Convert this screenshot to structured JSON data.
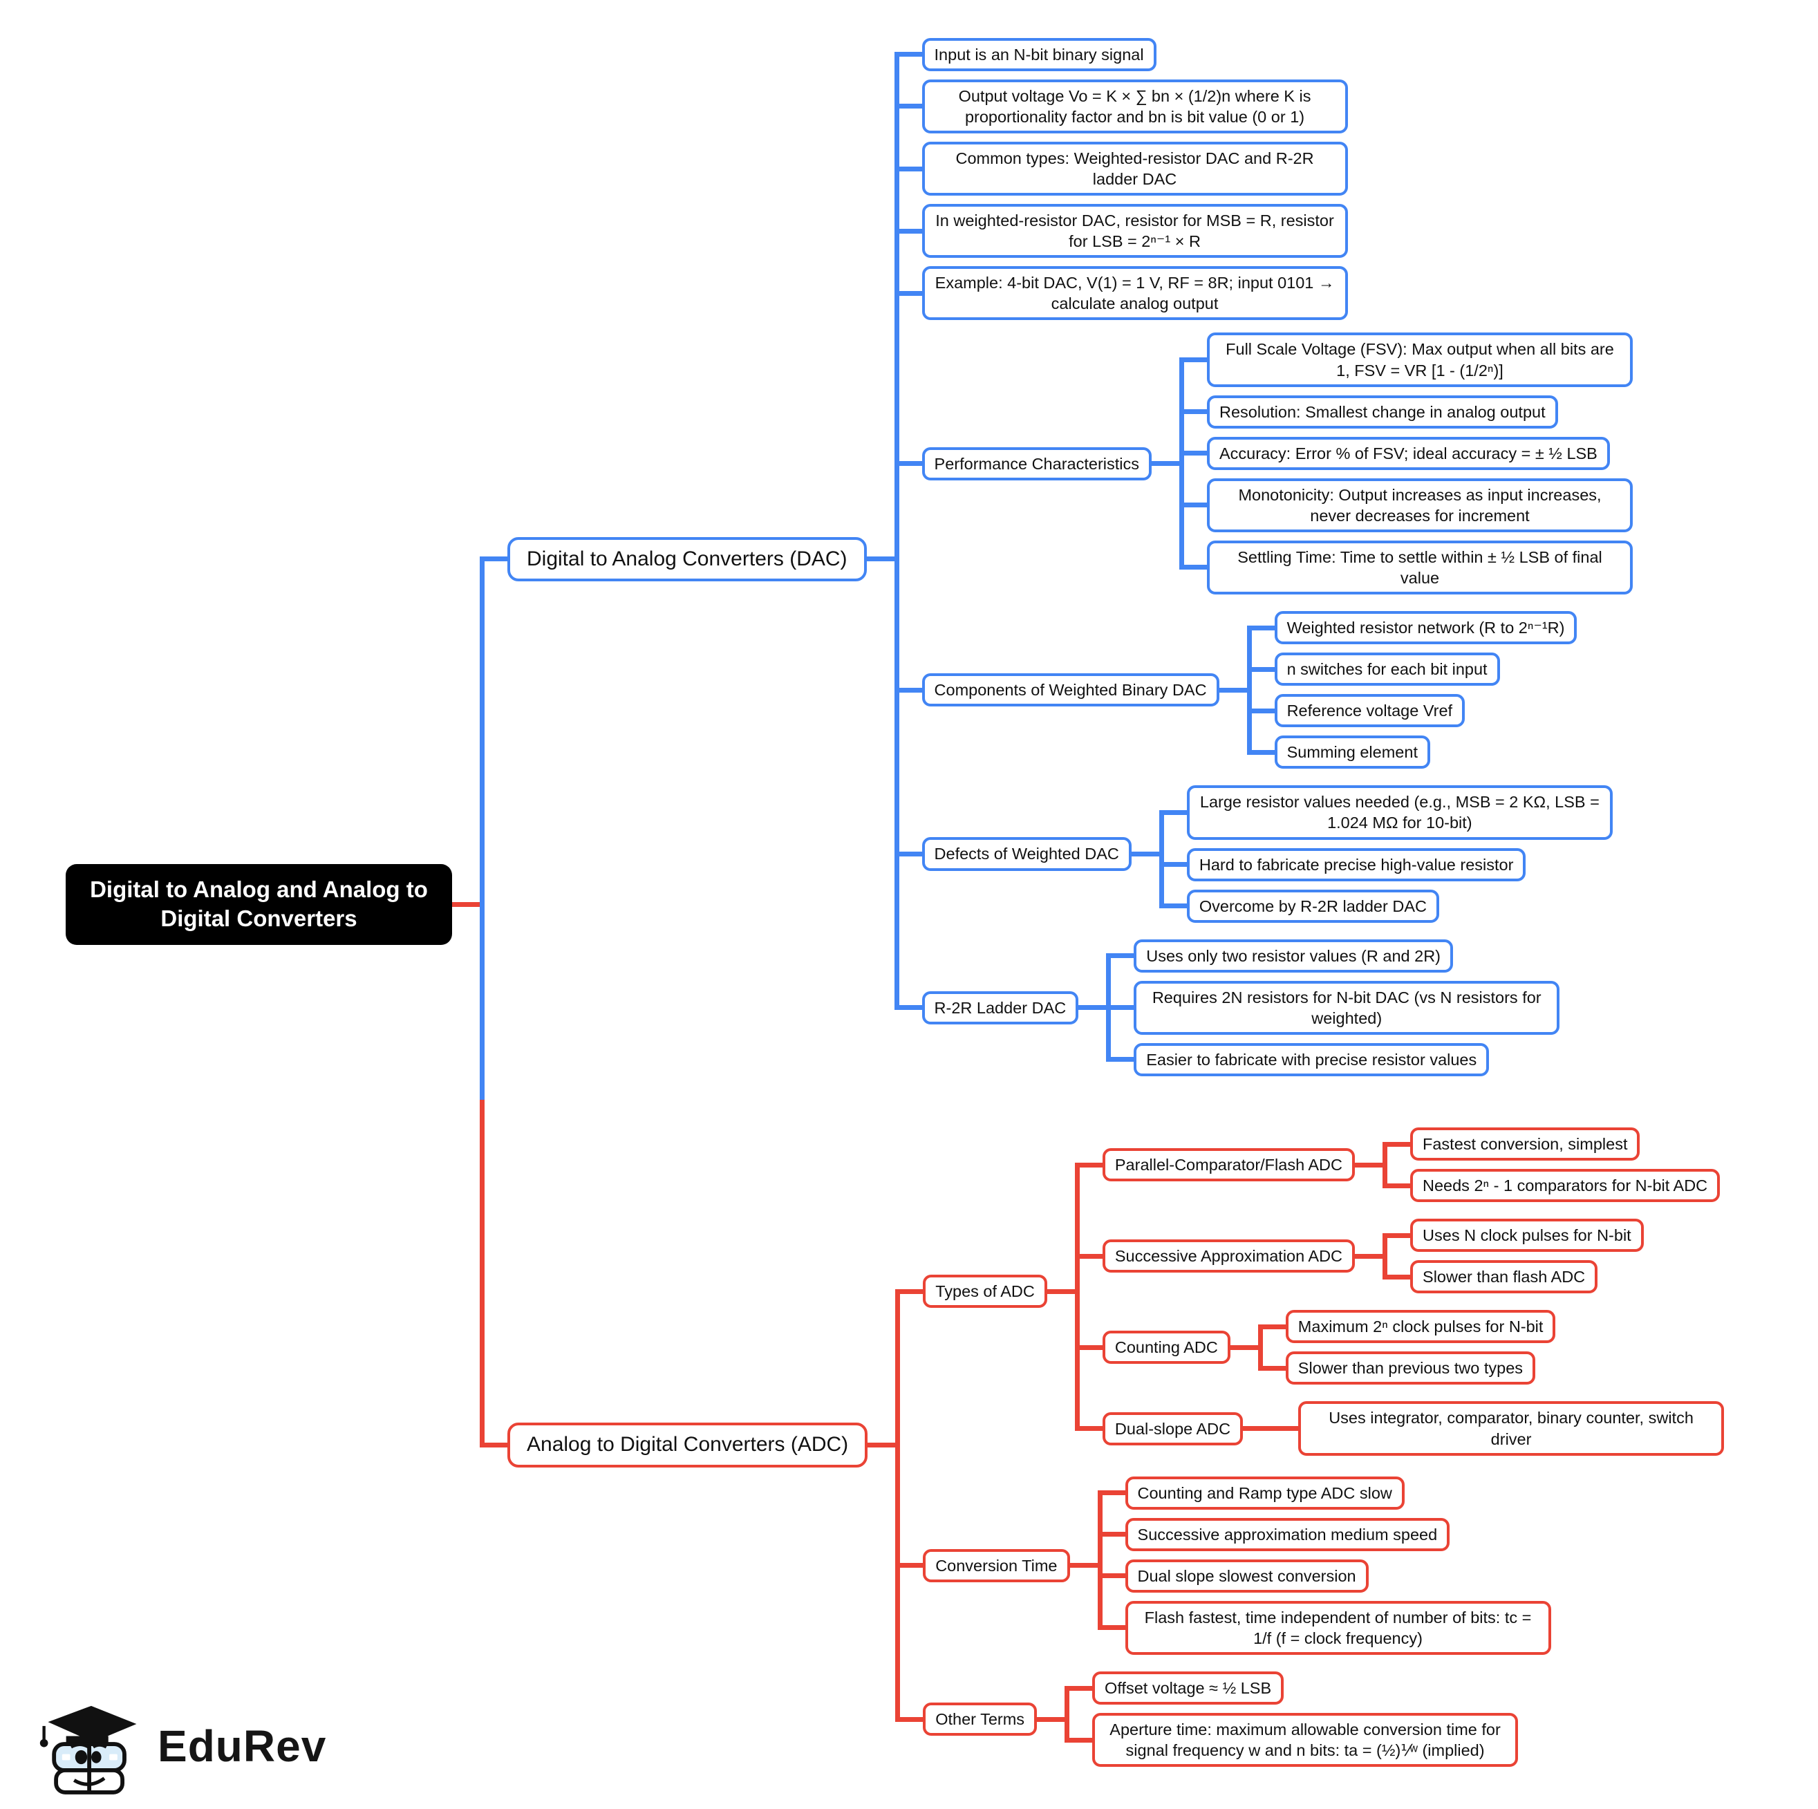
{
  "colors": {
    "dac_blue": "#4285F4",
    "adc_red": "#EA4335",
    "root_bg": "#000000",
    "root_text": "#FFFFFF",
    "node_bg": "#FFFFFF",
    "text": "#111111"
  },
  "logo": {
    "text": "EduRev",
    "mascot": "graduation-cap-books-mascot-icon"
  },
  "root": {
    "label": "Digital to Analog and Analog to Digital Converters",
    "color": "#EA4335",
    "children": [
      {
        "label": "Digital to Analog Converters (DAC)",
        "color": "#4285F4",
        "children": [
          {
            "label": "Input is an N-bit binary signal"
          },
          {
            "label": "Output voltage Vo = K × ∑ bn × (1/2)n where K is proportionality factor and bn is bit value (0 or 1)"
          },
          {
            "label": "Common types: Weighted-resistor DAC and R-2R ladder DAC"
          },
          {
            "label": "In weighted-resistor DAC, resistor for MSB = R, resistor for LSB = 2ⁿ⁻¹ × R"
          },
          {
            "label": "Example: 4-bit DAC, V(1) = 1 V, RF = 8R; input 0101 → calculate analog output"
          },
          {
            "label": "Performance Characteristics",
            "children": [
              {
                "label": "Full Scale Voltage (FSV): Max output when all bits are 1, FSV = VR [1 - (1/2ⁿ)]"
              },
              {
                "label": "Resolution: Smallest change in analog output"
              },
              {
                "label": "Accuracy: Error % of FSV; ideal accuracy = ± ½ LSB"
              },
              {
                "label": "Monotonicity: Output increases as input increases, never decreases for increment"
              },
              {
                "label": "Settling Time: Time to settle within ± ½ LSB of final value"
              }
            ]
          },
          {
            "label": "Components of Weighted Binary DAC",
            "children": [
              {
                "label": "Weighted resistor network (R to 2ⁿ⁻¹R)"
              },
              {
                "label": "n switches for each bit input"
              },
              {
                "label": "Reference voltage Vref"
              },
              {
                "label": "Summing element"
              }
            ]
          },
          {
            "label": "Defects of Weighted DAC",
            "children": [
              {
                "label": "Large resistor values needed (e.g., MSB = 2 KΩ, LSB = 1.024 MΩ for 10-bit)"
              },
              {
                "label": "Hard to fabricate precise high-value resistor"
              },
              {
                "label": "Overcome by R-2R ladder DAC"
              }
            ]
          },
          {
            "label": "R-2R Ladder DAC",
            "children": [
              {
                "label": "Uses only two resistor values (R and 2R)"
              },
              {
                "label": "Requires 2N resistors for N-bit DAC (vs N resistors for weighted)"
              },
              {
                "label": "Easier to fabricate with precise resistor values"
              }
            ]
          }
        ]
      },
      {
        "label": "Analog to Digital Converters (ADC)",
        "color": "#EA4335",
        "children": [
          {
            "label": "Types of ADC",
            "children": [
              {
                "label": "Parallel-Comparator/Flash ADC",
                "children": [
                  {
                    "label": "Fastest conversion, simplest"
                  },
                  {
                    "label": "Needs 2ⁿ - 1 comparators for N-bit ADC"
                  }
                ]
              },
              {
                "label": "Successive Approximation ADC",
                "children": [
                  {
                    "label": "Uses N clock pulses for N-bit"
                  },
                  {
                    "label": "Slower than flash ADC"
                  }
                ]
              },
              {
                "label": "Counting ADC",
                "children": [
                  {
                    "label": "Maximum 2ⁿ clock pulses for N-bit"
                  },
                  {
                    "label": "Slower than previous two types"
                  }
                ]
              },
              {
                "label": "Dual-slope ADC",
                "children": [
                  {
                    "label": "Uses integrator, comparator, binary counter, switch driver"
                  }
                ]
              }
            ]
          },
          {
            "label": "Conversion Time",
            "children": [
              {
                "label": "Counting and Ramp type ADC slow"
              },
              {
                "label": "Successive approximation medium speed"
              },
              {
                "label": "Dual slope slowest conversion"
              },
              {
                "label": "Flash fastest, time independent of number of bits: tc = 1/f (f = clock frequency)"
              }
            ]
          },
          {
            "label": "Other Terms",
            "children": [
              {
                "label": "Offset voltage ≈ ½ LSB"
              },
              {
                "label": "Aperture time: maximum allowable conversion time for signal frequency w and n bits: ta = (½)⅟ʷ (implied)"
              }
            ]
          }
        ]
      }
    ]
  }
}
